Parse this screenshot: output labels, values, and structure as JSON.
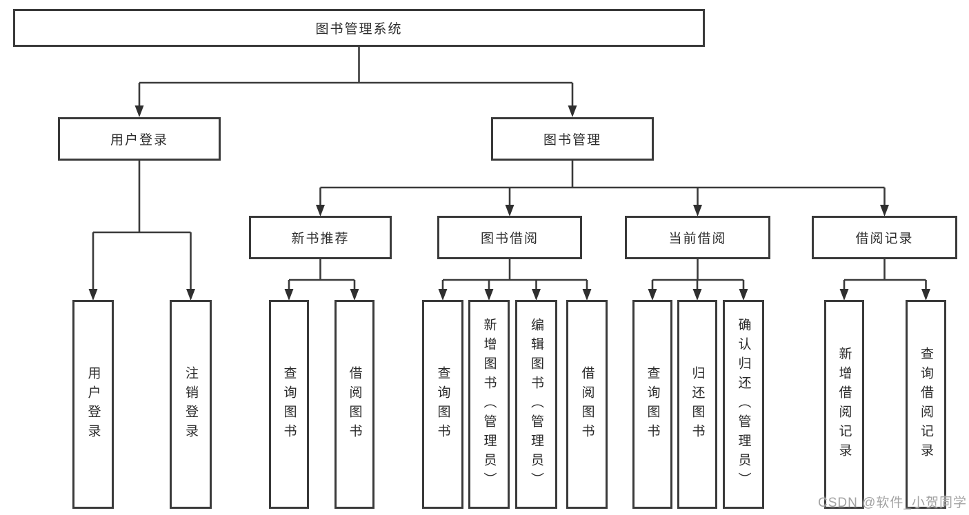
{
  "tree": {
    "root": {
      "label": "图书管理系统"
    },
    "branches": [
      {
        "label": "用户登录",
        "children": [
          {
            "label": "用户登录"
          },
          {
            "label": "注销登录"
          }
        ]
      },
      {
        "label": "图书管理",
        "children": [
          {
            "label": "新书推荐",
            "children": [
              {
                "label": "查询图书"
              },
              {
                "label": "借阅图书"
              }
            ]
          },
          {
            "label": "图书借阅",
            "children": [
              {
                "label": "查询图书"
              },
              {
                "label": "新增图书（管理员）"
              },
              {
                "label": "编辑图书（管理员）"
              },
              {
                "label": "借阅图书"
              }
            ]
          },
          {
            "label": "当前借阅",
            "children": [
              {
                "label": "查询图书"
              },
              {
                "label": "归还图书"
              },
              {
                "label": "确认归还（管理员）"
              }
            ]
          },
          {
            "label": "借阅记录",
            "children": [
              {
                "label": "新增借阅记录"
              },
              {
                "label": "查询借阅记录"
              }
            ]
          }
        ]
      }
    ]
  },
  "watermark": {
    "text": "CSDN @软件_小贺同学"
  },
  "colors": {
    "line": "#3a3a3a",
    "box_border": "#3a3a3a",
    "text": "#2b2b2b",
    "watermark": "#a3a3a3",
    "background": "#ffffff"
  }
}
